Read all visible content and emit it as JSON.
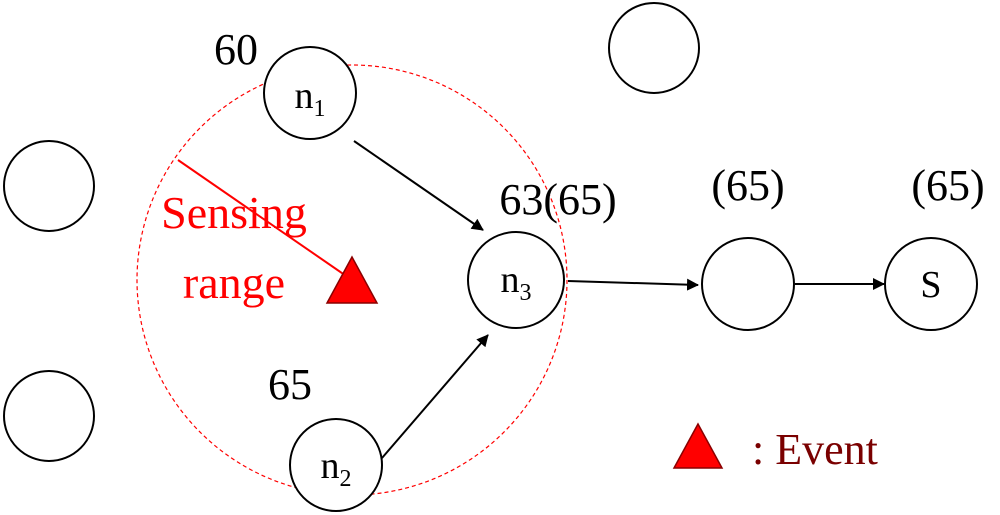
{
  "nodes": {
    "n1": {
      "label": "n",
      "subscript": "1",
      "value": "60"
    },
    "n2": {
      "label": "n",
      "subscript": "2",
      "value": "65"
    },
    "n3": {
      "label": "n",
      "subscript": "3",
      "value": "63(65)"
    },
    "relay": {
      "label": "",
      "value": "(65)"
    },
    "sink": {
      "label": "S",
      "value": "(65)"
    }
  },
  "sensing_range": {
    "label_line1": "Sensing",
    "label_line2": "range"
  },
  "legend": {
    "event_label": ": Event"
  },
  "colors": {
    "sensing": "#ff0000",
    "event_triangle": "#ff0000",
    "legend_text": "#7a0000",
    "node_stroke": "#000000"
  }
}
